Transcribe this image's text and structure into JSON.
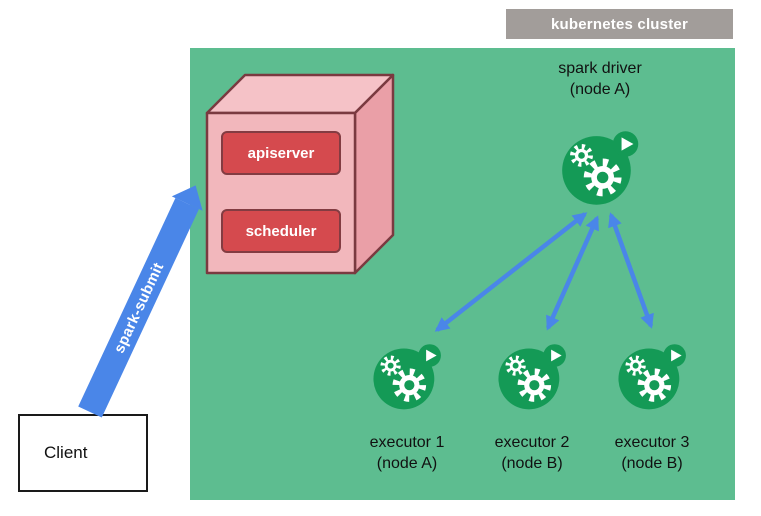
{
  "cluster_label": "kubernetes cluster",
  "control_plane": {
    "apiserver_label": "apiserver",
    "scheduler_label": "scheduler"
  },
  "driver": {
    "name": "spark driver",
    "node": "(node A)"
  },
  "executors": [
    {
      "name": "executor 1",
      "node": "(node A)"
    },
    {
      "name": "executor 2",
      "node": "(node B)"
    },
    {
      "name": "executor 3",
      "node": "(node B)"
    }
  ],
  "client": {
    "label": "Client"
  },
  "arrows": {
    "submit_label": "spark-submit"
  },
  "colors": {
    "cluster_bg": "#5dbd90",
    "pod_green": "#149a56",
    "arrow_blue": "#4a86e8",
    "box_red": "#d54a4e",
    "box_border": "#833c42",
    "cube_front": "#f2b7bc",
    "cube_top": "#f5c2c7",
    "cube_side": "#ea9fa7",
    "label_gray": "#a29d9a"
  }
}
